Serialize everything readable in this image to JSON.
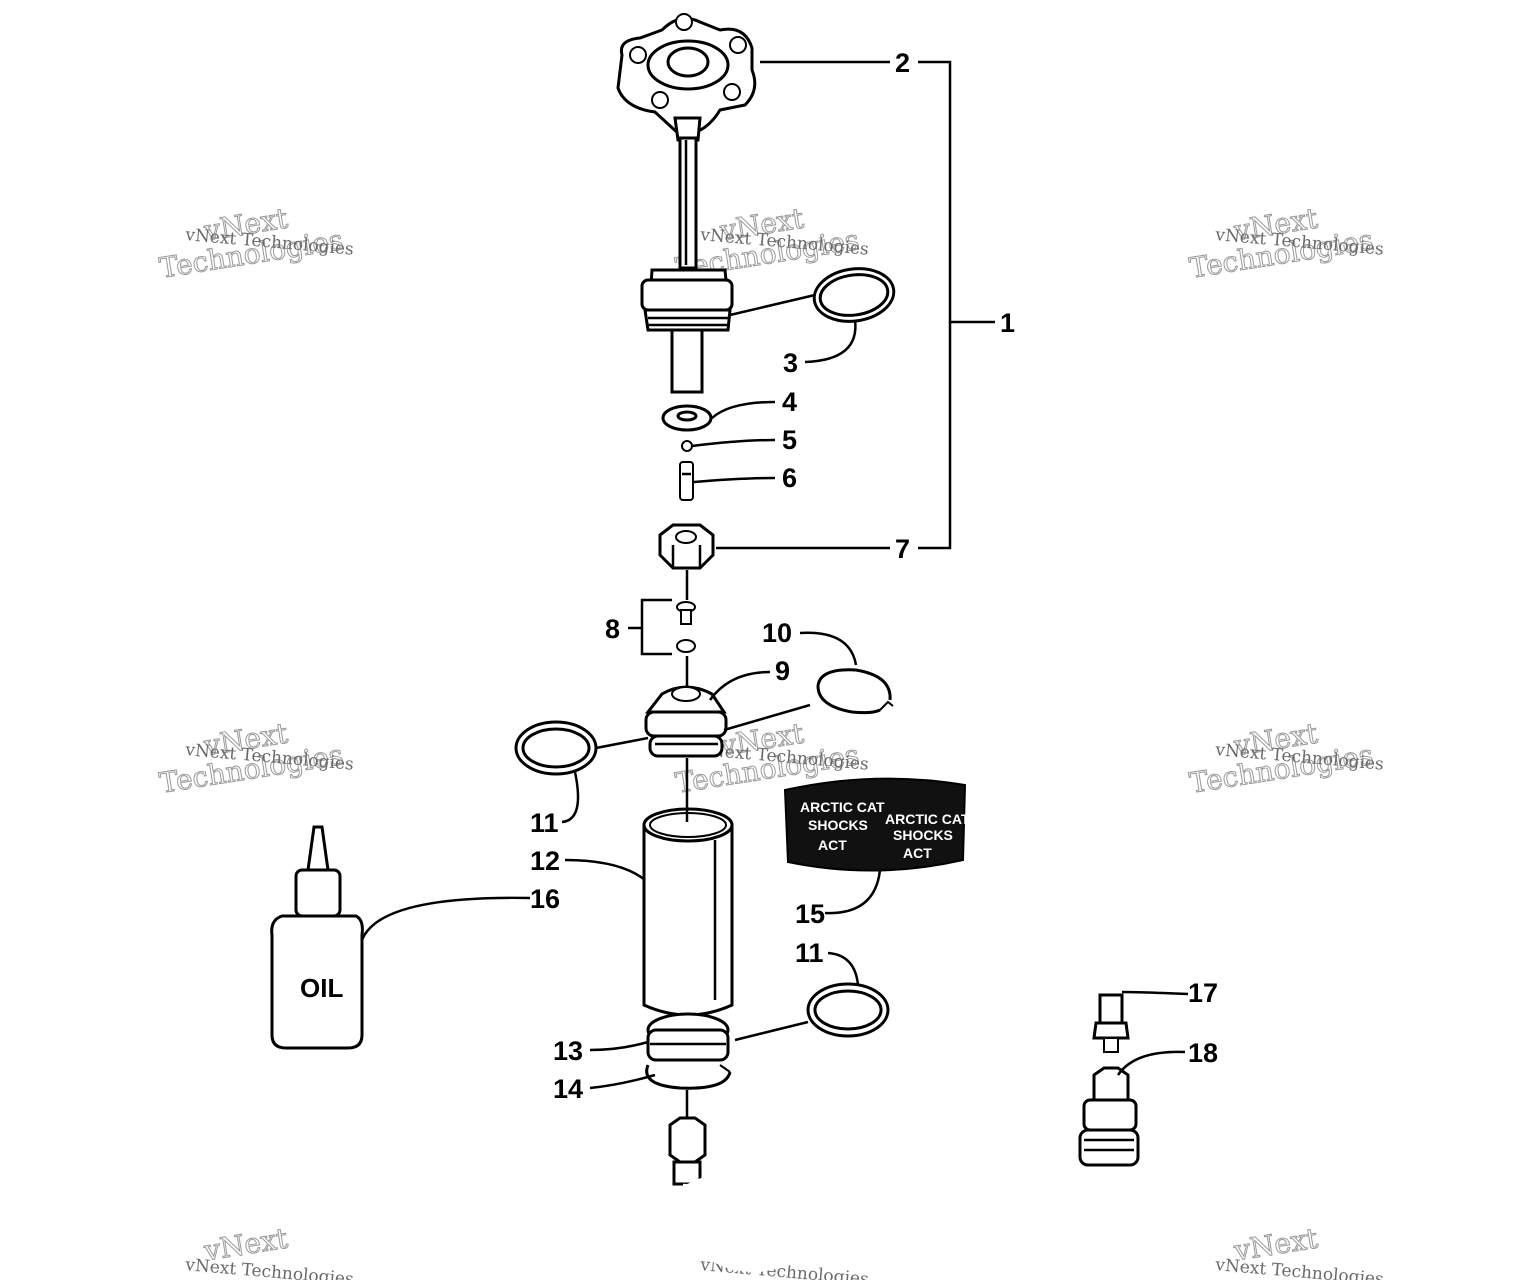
{
  "watermark": {
    "small": "vNext Technologies",
    "big_line1": "vNext",
    "big_line2": "Technologies"
  },
  "callouts": [
    "1",
    "2",
    "3",
    "4",
    "5",
    "6",
    "7",
    "8",
    "9",
    "10",
    "11",
    "11",
    "12",
    "13",
    "14",
    "15",
    "16",
    "17",
    "18"
  ],
  "decal": {
    "left_line1": "ARCTIC CAT",
    "left_line2": "SHOCKS",
    "left_logo": "ACT",
    "right_line1": "ARCTIC CAT",
    "right_line2": "SHOCKS",
    "right_logo": "ACT"
  },
  "bottle_label": "OIL"
}
